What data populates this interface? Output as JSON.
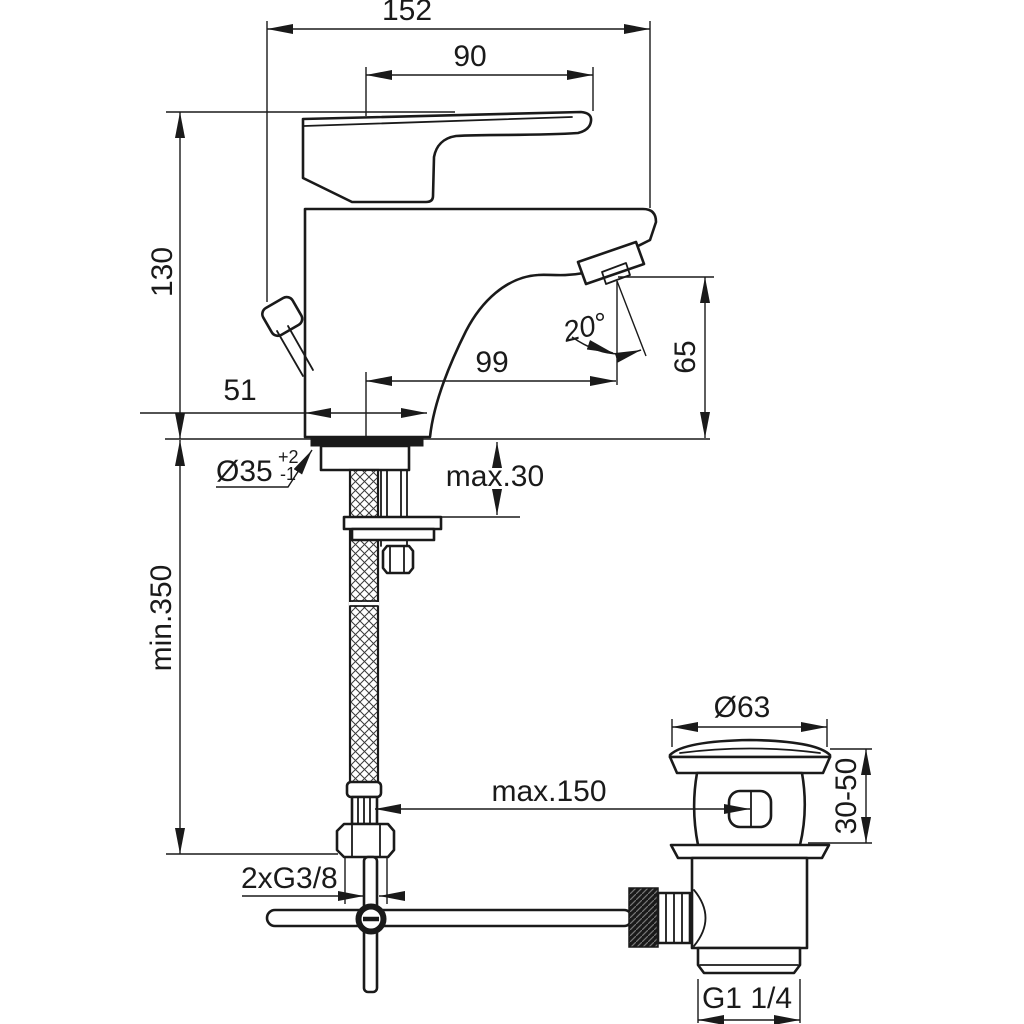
{
  "drawing": {
    "type": "technical-dimension-drawing",
    "product": "single-lever basin mixer with flexible hose and pop-up waste",
    "colors": {
      "line": "#1a1a1a",
      "background": "#ffffff"
    },
    "dimensions": {
      "overall_width": "152",
      "handle_reach": "90",
      "body_height": "130",
      "base_depth": "51",
      "spout_reach": "99",
      "outlet_angle": "20°",
      "outlet_height": "65",
      "hole_diameter": "Ø35",
      "hole_tolerance_plus": "+2",
      "hole_tolerance_minus": "-1",
      "max_deck_thickness": "max.30",
      "min_hose_length": "min.350",
      "max_rod_offset": "max.150",
      "supply_connection": "2xG3/8",
      "waste_flange_diameter": "Ø63",
      "basin_thickness_range": "30-50",
      "waste_outlet_thread": "G1 1/4"
    }
  }
}
